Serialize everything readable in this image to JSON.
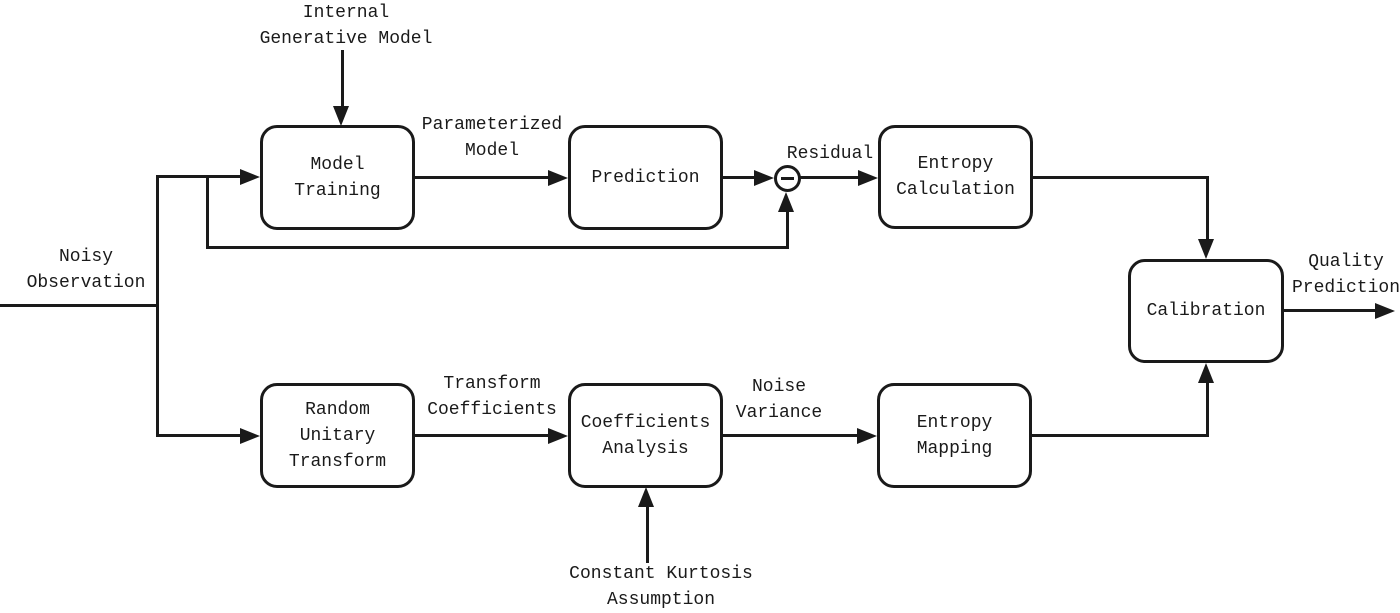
{
  "diagram": {
    "background_color": "#ffffff",
    "line_color": "#1a1a1a",
    "description": "Block diagram of a noisy-observation quality prediction pipeline with two parallel branches feeding a calibration stage"
  },
  "nodes": {
    "model_training": {
      "label": "Model\nTraining"
    },
    "prediction": {
      "label": "Prediction"
    },
    "entropy_calculation": {
      "label": "Entropy\nCalculation"
    },
    "random_unitary_transform": {
      "label": "Random\nUnitary\nTransform"
    },
    "coefficients_analysis": {
      "label": "Coefficients\nAnalysis"
    },
    "entropy_mapping": {
      "label": "Entropy\nMapping"
    },
    "calibration": {
      "label": "Calibration"
    }
  },
  "labels": {
    "internal_generative_model": "Internal\nGenerative Model",
    "noisy_observation": "Noisy\nObservation",
    "parameterized_model": "Parameterized\nModel",
    "residual": "Residual",
    "transform_coefficients": "Transform\nCoefficients",
    "noise_variance": "Noise\nVariance",
    "constant_kurtosis_assumption": "Constant Kurtosis\nAssumption",
    "quality_prediction": "Quality\nPrediction"
  },
  "icons": {
    "minus_node": "−"
  },
  "edges": [
    {
      "from": "Noisy Observation",
      "to": "Model Training",
      "label": ""
    },
    {
      "from": "Noisy Observation",
      "to": "Subtraction Node",
      "label": ""
    },
    {
      "from": "Noisy Observation",
      "to": "Random Unitary Transform",
      "label": ""
    },
    {
      "from": "Internal Generative Model",
      "to": "Model Training",
      "label": ""
    },
    {
      "from": "Model Training",
      "to": "Prediction",
      "label": "Parameterized Model"
    },
    {
      "from": "Prediction",
      "to": "Subtraction Node",
      "label": ""
    },
    {
      "from": "Subtraction Node",
      "to": "Entropy Calculation",
      "label": "Residual"
    },
    {
      "from": "Entropy Calculation",
      "to": "Calibration",
      "label": ""
    },
    {
      "from": "Random Unitary Transform",
      "to": "Coefficients Analysis",
      "label": "Transform Coefficients"
    },
    {
      "from": "Coefficients Analysis",
      "to": "Entropy Mapping",
      "label": "Noise Variance"
    },
    {
      "from": "Constant Kurtosis Assumption",
      "to": "Coefficients Analysis",
      "label": ""
    },
    {
      "from": "Entropy Mapping",
      "to": "Calibration",
      "label": ""
    },
    {
      "from": "Calibration",
      "to": "Quality Prediction",
      "label": ""
    }
  ]
}
